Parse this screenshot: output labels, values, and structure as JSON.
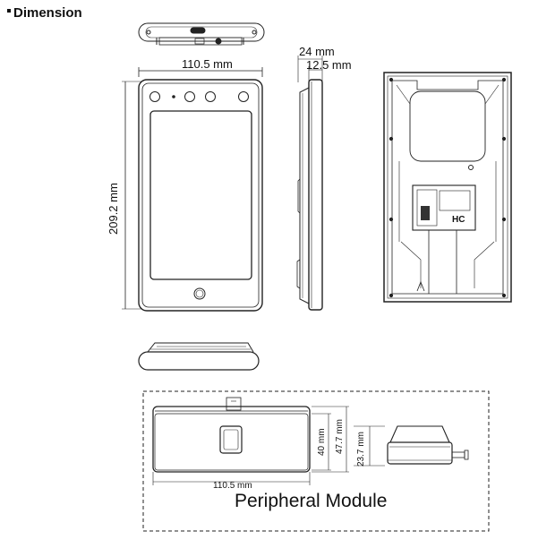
{
  "heading": "Dimension",
  "dims": {
    "front_width": "110.5 mm",
    "front_height": "209.2 mm",
    "side_depth_total": "24 mm",
    "side_depth_body": "12.5 mm"
  },
  "peripheral": {
    "title": "Peripheral Module",
    "width": "110.5 mm",
    "height_inner": "40 mm",
    "height_outer": "47.7 mm",
    "depth": "23.7 mm"
  },
  "back_label": "HC"
}
